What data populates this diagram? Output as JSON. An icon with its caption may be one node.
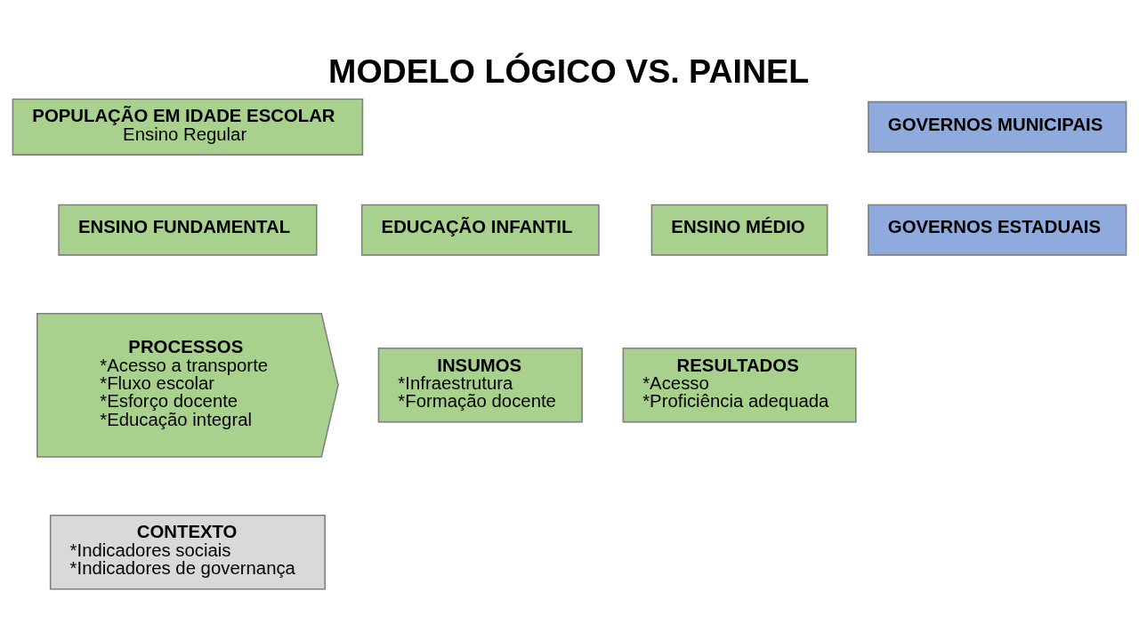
{
  "diagram": {
    "title": "MODELO LÓGICO VS. PAINEL",
    "nodes": [
      {
        "text": [
          "POPULAÇÃO EM IDADE ESCOLAR",
          "Ensino Regular"
        ]
      },
      {
        "text": [
          "EDUCAÇÃO INFANTIL"
        ]
      },
      {
        "text": [
          "ENSINO FUNDAMENTAL"
        ]
      },
      {
        "text": [
          "ENSINO MÉDIO"
        ]
      },
      {
        "text": [
          "GOVERNOS MUNICIPAIS"
        ]
      },
      {
        "text": [
          "GOVERNOS ESTADUAIS"
        ]
      },
      {
        "text": [
          "INSUMOS",
          "*Infraestrutura",
          "*Formação docente"
        ]
      },
      {
        "text": [
          "PROCESSOS",
          "*Acesso a transporte",
          "*Fluxo escolar",
          "*Esforço docente",
          "*Educação integral"
        ]
      },
      {
        "text": [
          "RESULTADOS",
          "*Acesso",
          "*Proficiência adequada"
        ]
      },
      {
        "text": [
          "CONTEXTO",
          "*Indicadores sociais",
          "*Indicadores de governança"
        ]
      }
    ]
  }
}
